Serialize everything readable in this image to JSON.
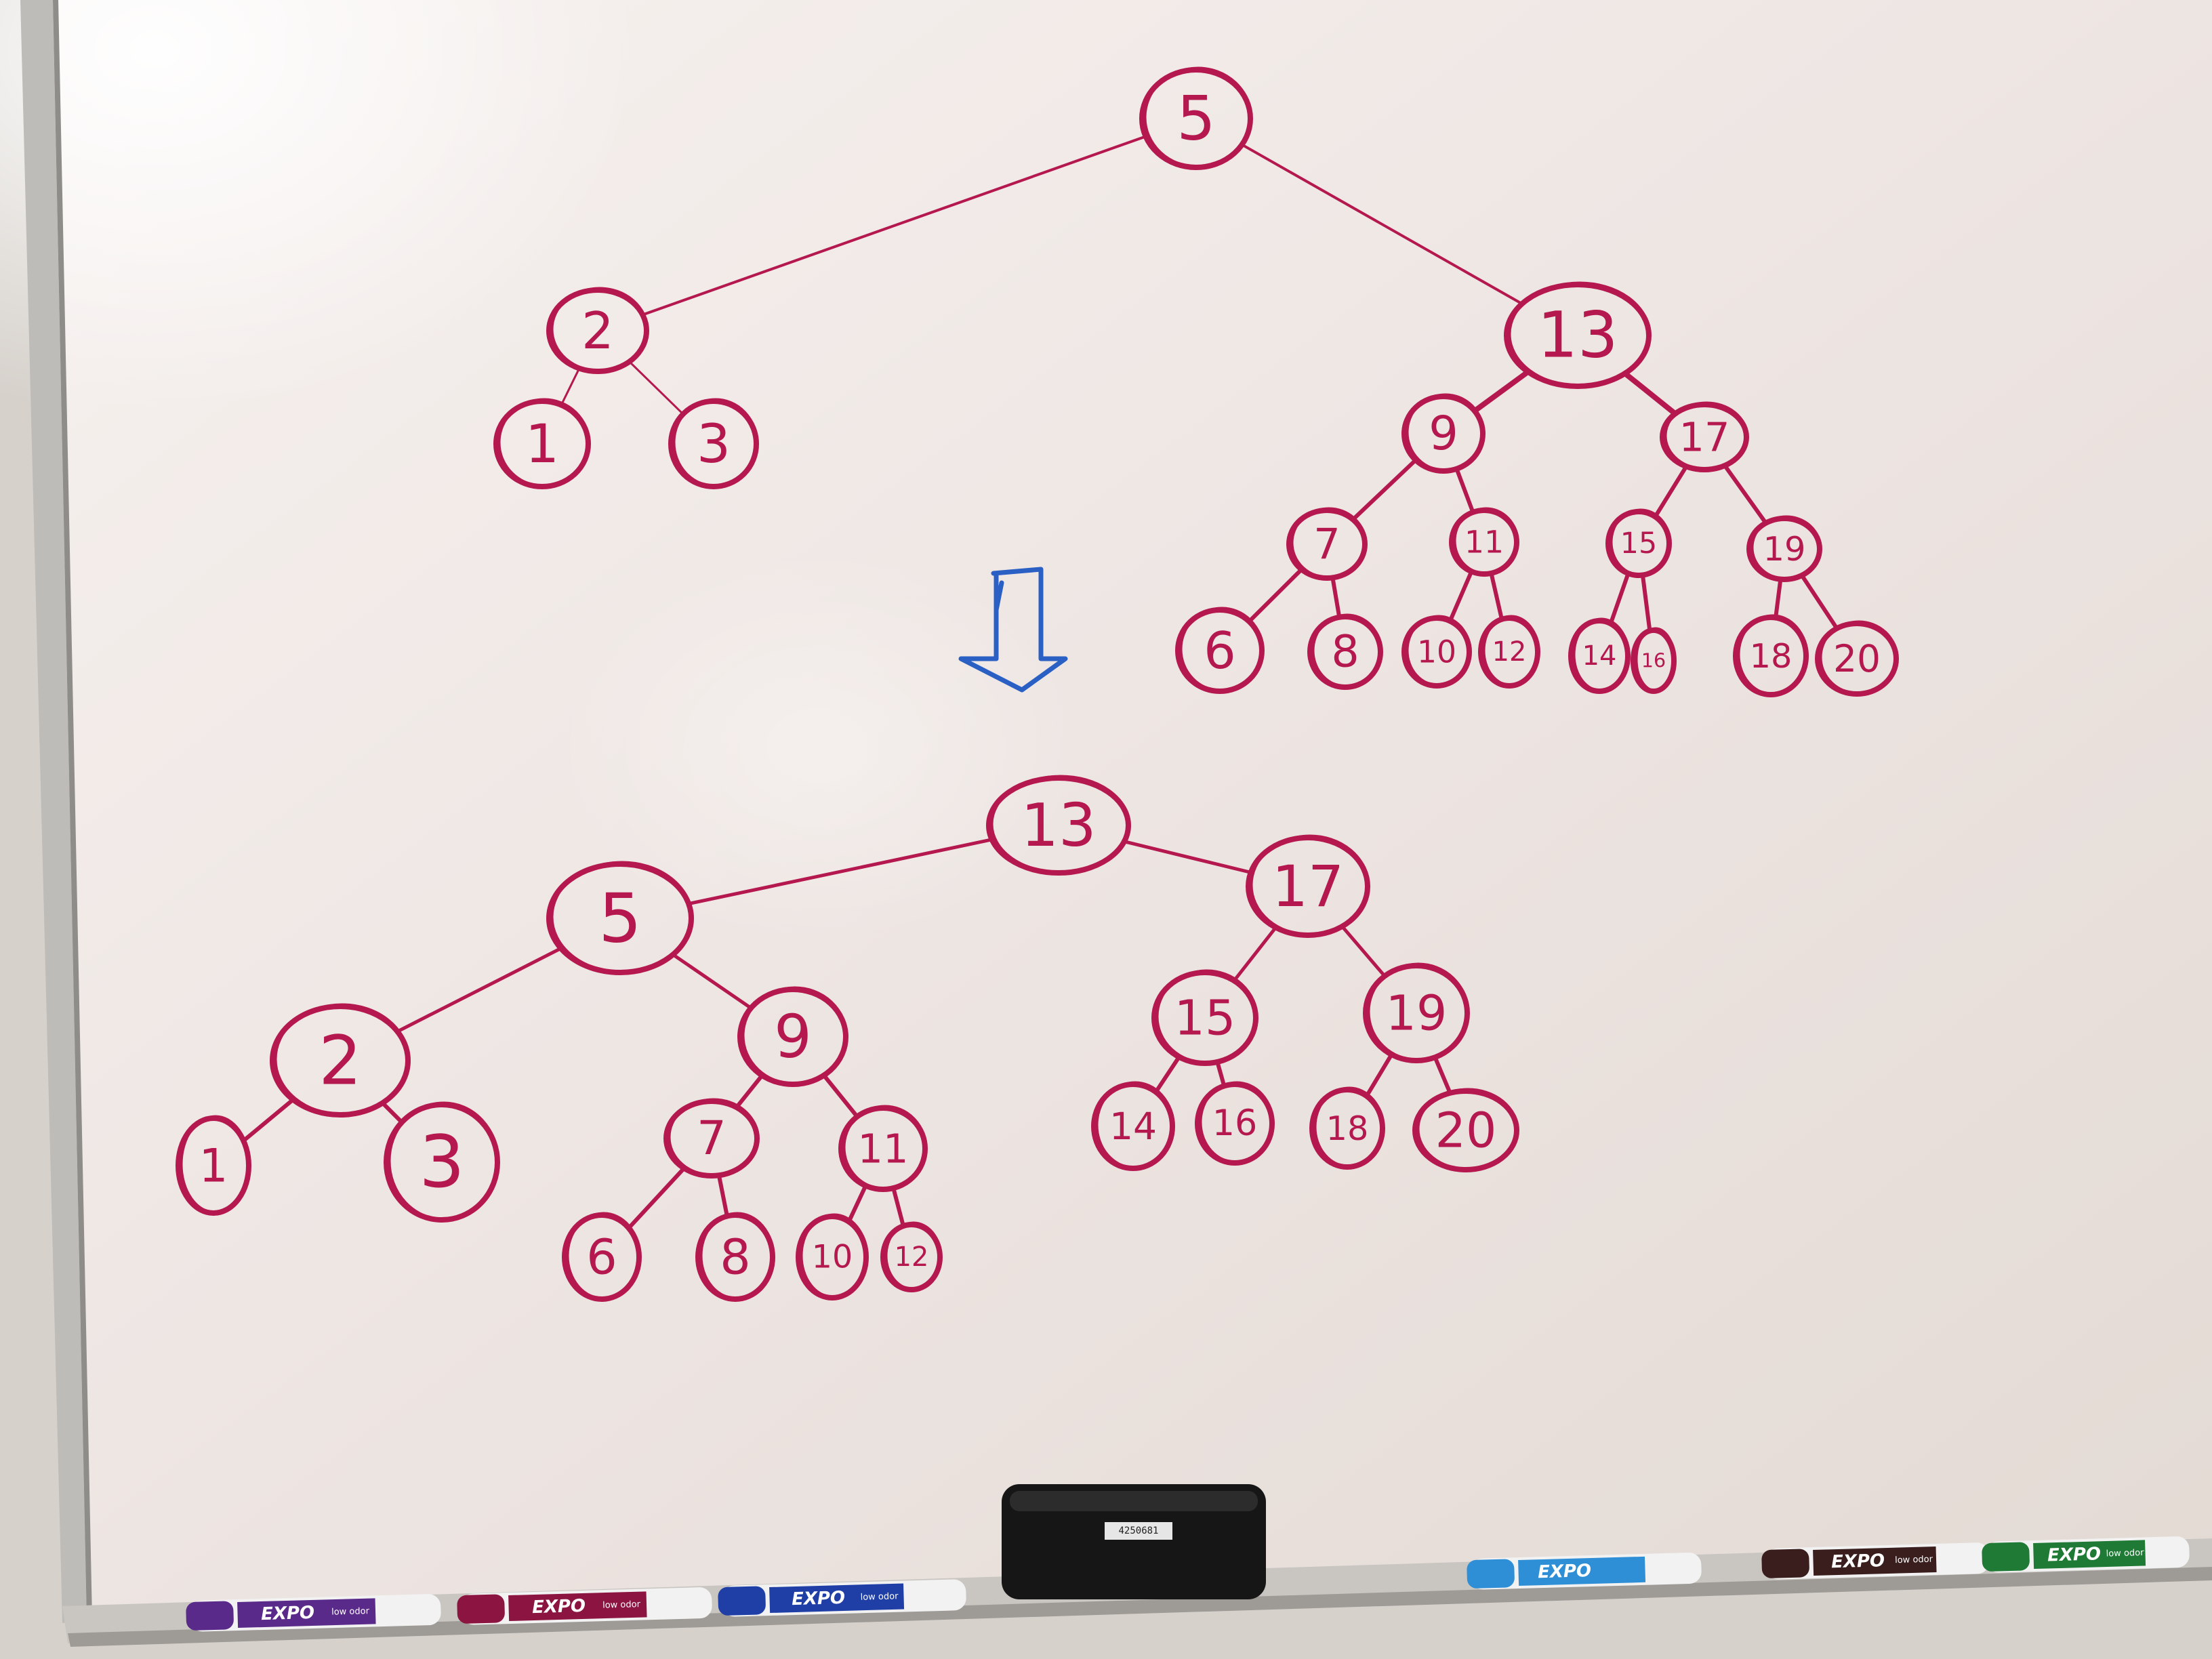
{
  "colors": {
    "ink": "#b4184e",
    "arrow_ink": "#2a5fc4",
    "board": "#efe8e6",
    "frame": "#b9b7b3",
    "tray": "#cfcdca",
    "wall": "#d8d3cd"
  },
  "whiteboard": {
    "top_tree": {
      "nodes": [
        {
          "id": "t5",
          "label": "5"
        },
        {
          "id": "t2",
          "label": "2"
        },
        {
          "id": "t1",
          "label": "1"
        },
        {
          "id": "t3",
          "label": "3"
        },
        {
          "id": "t13",
          "label": "13"
        },
        {
          "id": "t9",
          "label": "9"
        },
        {
          "id": "t17",
          "label": "17"
        },
        {
          "id": "t7",
          "label": "7"
        },
        {
          "id": "t11",
          "label": "11"
        },
        {
          "id": "t15",
          "label": "15"
        },
        {
          "id": "t19",
          "label": "19"
        },
        {
          "id": "t6",
          "label": "6"
        },
        {
          "id": "t8",
          "label": "8"
        },
        {
          "id": "t10",
          "label": "10"
        },
        {
          "id": "t12",
          "label": "12"
        },
        {
          "id": "t14",
          "label": "14"
        },
        {
          "id": "t16",
          "label": "16"
        },
        {
          "id": "t18",
          "label": "18"
        },
        {
          "id": "t20",
          "label": "20"
        }
      ],
      "edges": [
        [
          "t5",
          "t2"
        ],
        [
          "t5",
          "t13"
        ],
        [
          "t2",
          "t1"
        ],
        [
          "t2",
          "t3"
        ],
        [
          "t13",
          "t9"
        ],
        [
          "t13",
          "t17"
        ],
        [
          "t9",
          "t7"
        ],
        [
          "t9",
          "t11"
        ],
        [
          "t17",
          "t15"
        ],
        [
          "t17",
          "t19"
        ],
        [
          "t7",
          "t6"
        ],
        [
          "t7",
          "t8"
        ],
        [
          "t11",
          "t10"
        ],
        [
          "t11",
          "t12"
        ],
        [
          "t15",
          "t14"
        ],
        [
          "t15",
          "t16"
        ],
        [
          "t19",
          "t18"
        ],
        [
          "t19",
          "t20"
        ]
      ]
    },
    "arrow": {
      "icon": "down-arrow-icon"
    },
    "bottom_tree": {
      "nodes": [
        {
          "id": "b13",
          "label": "13"
        },
        {
          "id": "b5",
          "label": "5"
        },
        {
          "id": "b17",
          "label": "17"
        },
        {
          "id": "b2",
          "label": "2"
        },
        {
          "id": "b9",
          "label": "9"
        },
        {
          "id": "b1",
          "label": "1"
        },
        {
          "id": "b3",
          "label": "3"
        },
        {
          "id": "b7",
          "label": "7"
        },
        {
          "id": "b11",
          "label": "11"
        },
        {
          "id": "b6",
          "label": "6"
        },
        {
          "id": "b8",
          "label": "8"
        },
        {
          "id": "b10",
          "label": "10"
        },
        {
          "id": "b12",
          "label": "12"
        },
        {
          "id": "b15",
          "label": "15"
        },
        {
          "id": "b19",
          "label": "19"
        },
        {
          "id": "b14",
          "label": "14"
        },
        {
          "id": "b16",
          "label": "16"
        },
        {
          "id": "b18",
          "label": "18"
        },
        {
          "id": "b20",
          "label": "20"
        }
      ],
      "edges": [
        [
          "b13",
          "b5"
        ],
        [
          "b13",
          "b17"
        ],
        [
          "b5",
          "b2"
        ],
        [
          "b5",
          "b9"
        ],
        [
          "b2",
          "b1"
        ],
        [
          "b2",
          "b3"
        ],
        [
          "b9",
          "b7"
        ],
        [
          "b9",
          "b11"
        ],
        [
          "b7",
          "b6"
        ],
        [
          "b7",
          "b8"
        ],
        [
          "b11",
          "b10"
        ],
        [
          "b11",
          "b12"
        ],
        [
          "b17",
          "b15"
        ],
        [
          "b17",
          "b19"
        ],
        [
          "b15",
          "b14"
        ],
        [
          "b15",
          "b16"
        ],
        [
          "b19",
          "b18"
        ],
        [
          "b19",
          "b20"
        ]
      ]
    }
  },
  "tray": {
    "eraser_label": "4250681",
    "markers": [
      {
        "brand": "EXPO",
        "sub": "low odor",
        "color": "#5a2a8a"
      },
      {
        "brand": "EXPO",
        "sub": "low odor",
        "color": "#8b1540"
      },
      {
        "brand": "EXPO",
        "sub": "low odor",
        "color": "#1f3fa6"
      },
      {
        "brand": "EXPO",
        "sub": "",
        "color": "#2f8fd6"
      },
      {
        "brand": "EXPO",
        "sub": "low odor",
        "color": "#3a1e1e"
      },
      {
        "brand": "EXPO",
        "sub": "low odor",
        "color": "#1f7a35"
      }
    ]
  }
}
